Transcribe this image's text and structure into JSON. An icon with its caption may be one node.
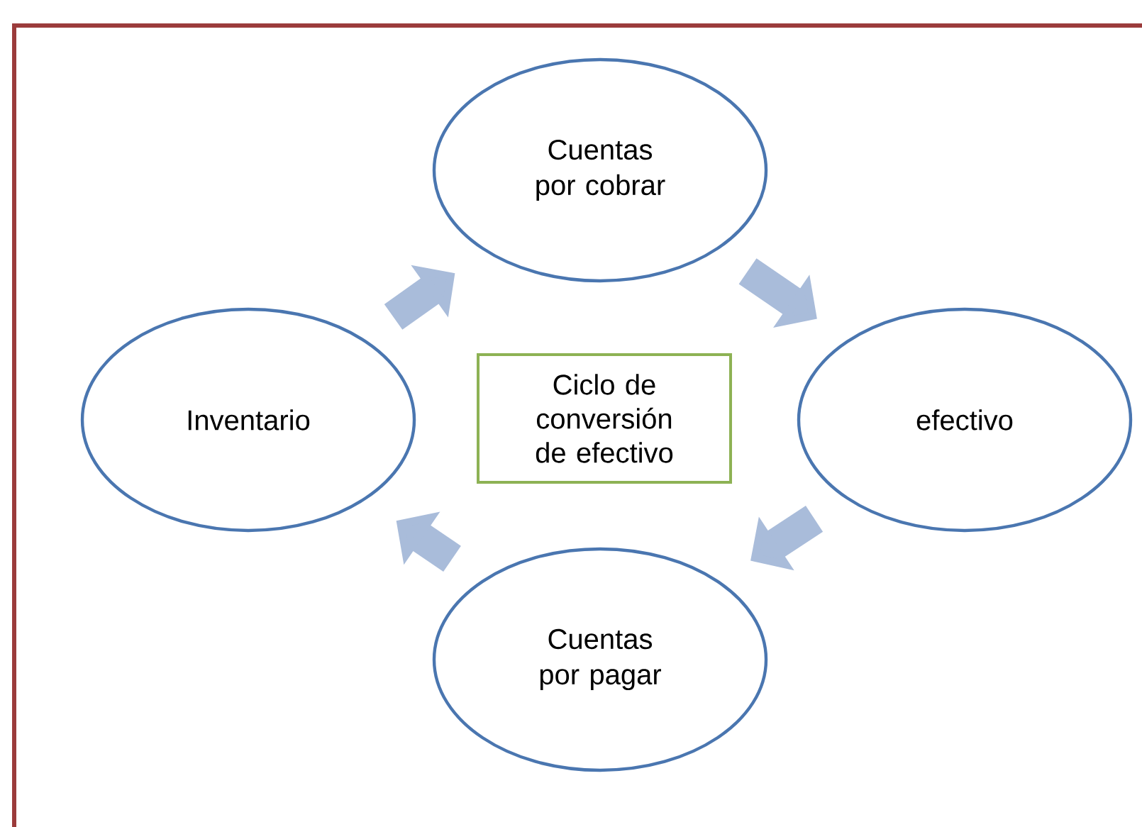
{
  "diagram": {
    "nodes": [
      {
        "text": [
          "Cuentas por cobrar"
        ]
      },
      {
        "text": [
          "Inventario"
        ]
      },
      {
        "text": [
          "Ciclo de conversión de efectivo"
        ]
      },
      {
        "text": [
          "efectivo"
        ]
      },
      {
        "text": [
          "Cuentas por pagar"
        ]
      }
    ],
    "edges": [
      {
        "from": 1,
        "to": 0,
        "arrow": "to"
      },
      {
        "from": 0,
        "to": 3,
        "arrow": "to"
      },
      {
        "from": 3,
        "to": 4,
        "arrow": "to"
      },
      {
        "from": 4,
        "to": 1,
        "arrow": "to"
      }
    ]
  }
}
